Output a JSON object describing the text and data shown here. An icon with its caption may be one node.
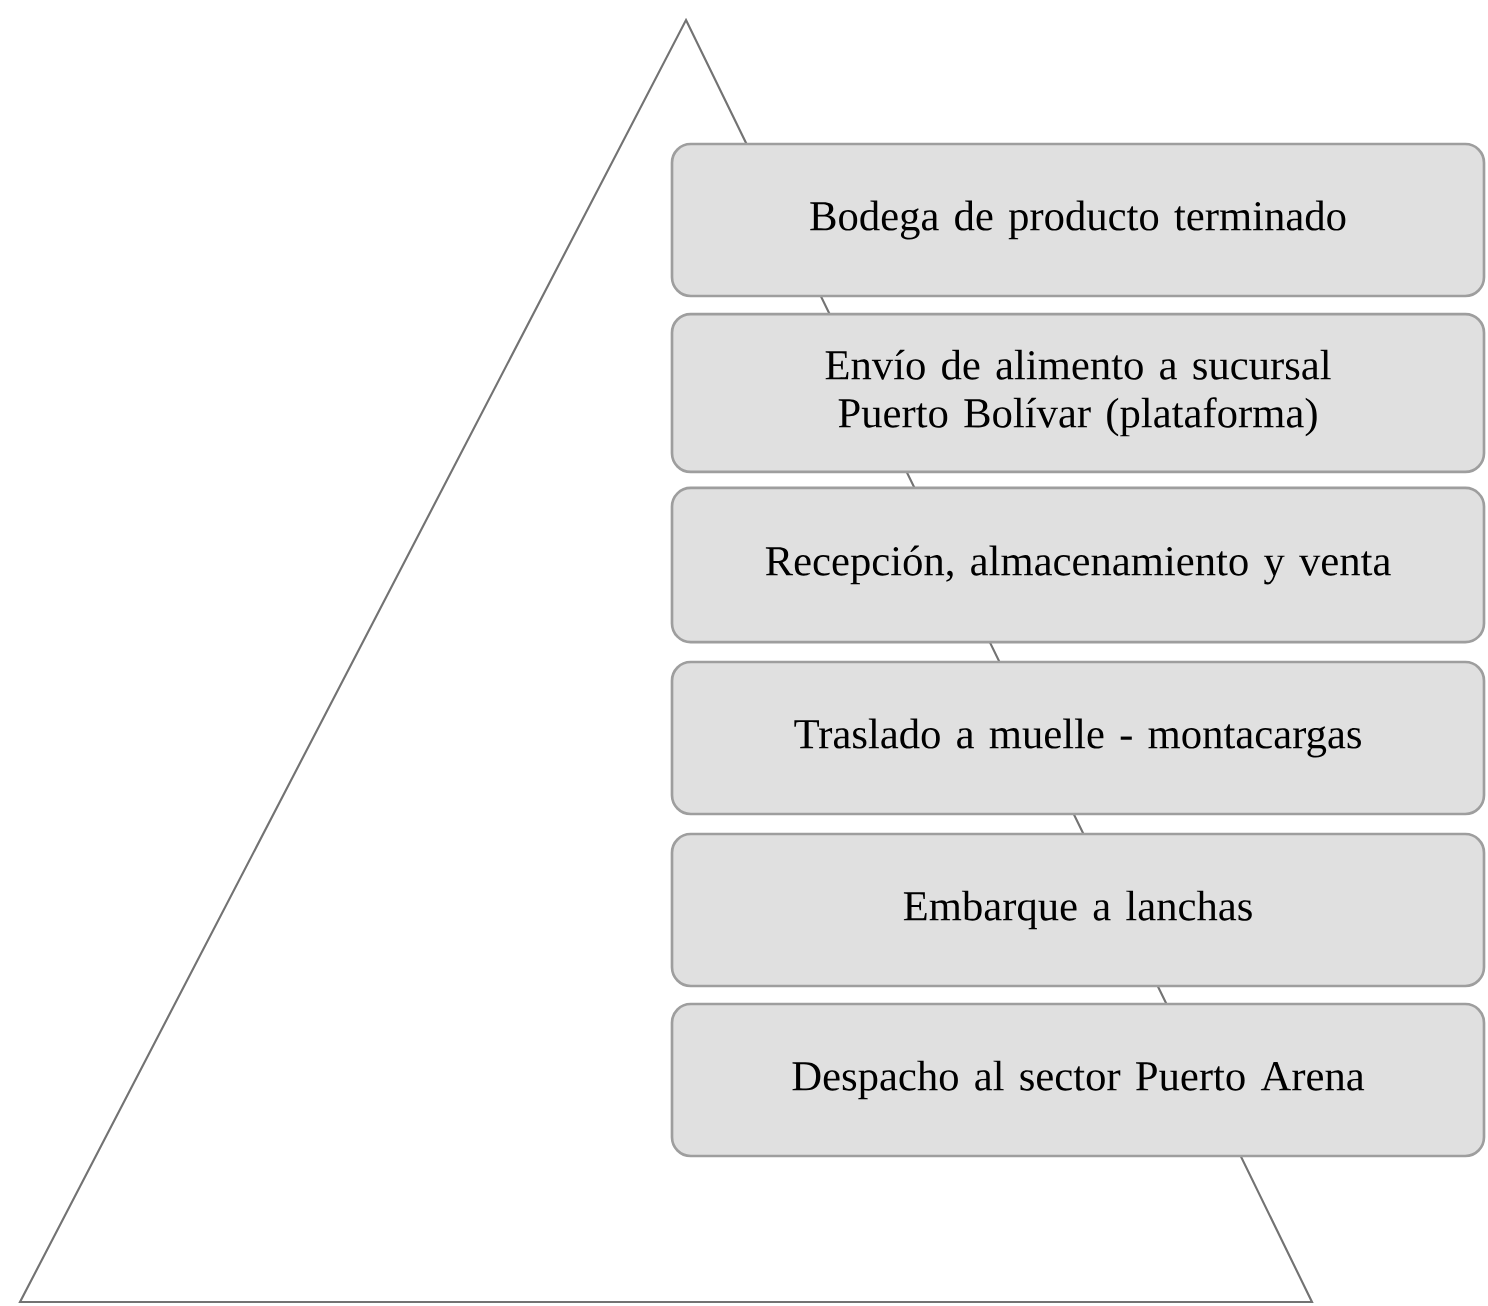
{
  "diagram": {
    "nodes": [
      {
        "text": [],
        "shape": "triangle"
      },
      {
        "text": [
          "Bodega de producto terminado"
        ]
      },
      {
        "text": [
          "Envío de alimento a sucursal Puerto Bolívar (plataforma)"
        ]
      },
      {
        "text": [
          "Recepción, almacenamiento y venta"
        ]
      },
      {
        "text": [
          "Traslado a muelle - montacargas"
        ]
      },
      {
        "text": [
          "Embarque a lanchas"
        ]
      },
      {
        "text": [
          "Despacho al sector Puerto Arena"
        ]
      }
    ]
  }
}
